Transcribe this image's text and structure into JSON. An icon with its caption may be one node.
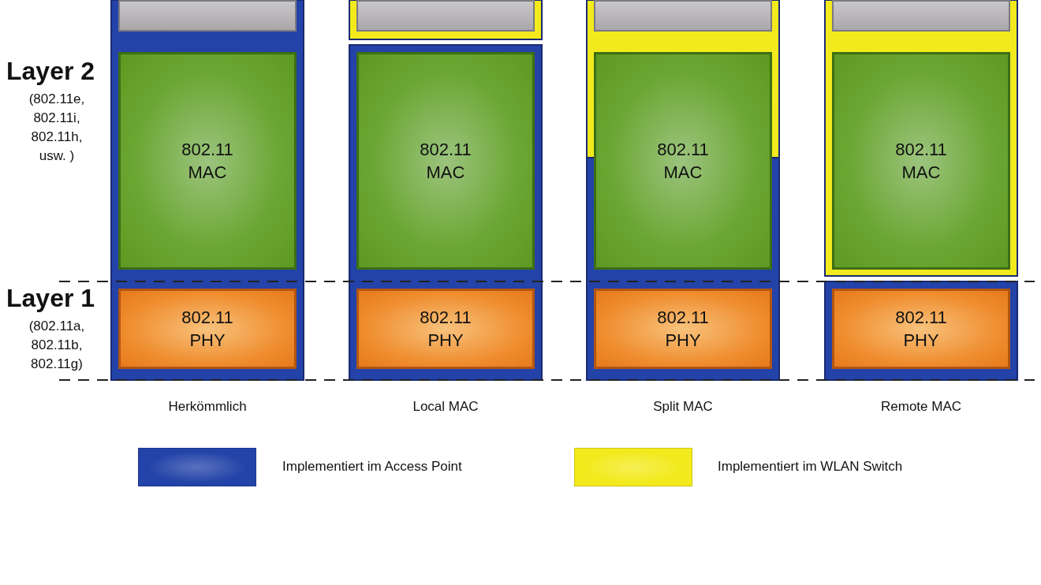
{
  "diagram": {
    "nodes": [
      {
        "text": [],
        "shape": "box"
      },
      {
        "text": [
          "802.11 MAC"
        ]
      },
      {
        "text": [
          "802.11 PHY"
        ]
      },
      {
        "text": [],
        "shape": "box"
      },
      {
        "text": [
          "802.11 MAC"
        ]
      },
      {
        "text": [
          "802.11 PHY"
        ]
      },
      {
        "text": [],
        "shape": "box"
      },
      {
        "text": [
          "802.11 MAC"
        ]
      },
      {
        "text": [
          "802.11 PHY"
        ]
      },
      {
        "text": [],
        "shape": "box"
      },
      {
        "text": [
          "802.11 MAC"
        ]
      },
      {
        "text": [
          "802.11 PHY"
        ]
      }
    ],
    "edges": [],
    "labels": [
      "Layer 2",
      "(802.11e, 802.11i, 802.11h, usw. )",
      "Layer 1",
      "(802.11a, 802.11b, 802.11g)",
      "Herkömmlich",
      "Local MAC",
      "Split MAC",
      "Remote MAC"
    ],
    "legend": [
      {
        "text": "Implementiert im Access Point",
        "color": "#2343a8"
      },
      {
        "text": "Implementiert im WLAN Switch",
        "color": "#f2ea1c"
      }
    ]
  }
}
